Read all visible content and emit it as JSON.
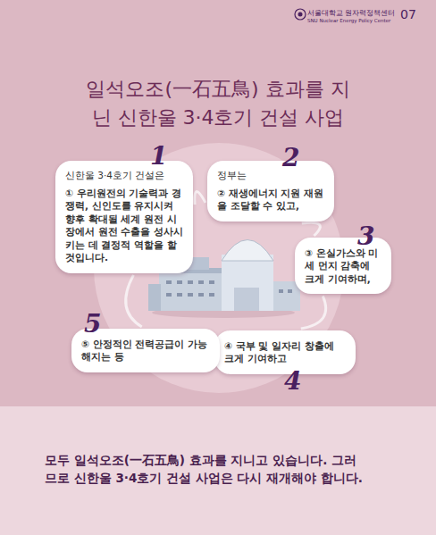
{
  "diagram": {
    "title": "일석오조(一石五鳥) 효과를 지닌 신한울 3·4호기 건설 사업",
    "caption": "모두 일석오조(一石五鳥) 효과를 지니고 있습니다. 그러므로 신한울 3·4호기 건설 사업은 다시 재개해야 합니다.",
    "nodes": [
      {
        "text": [
          "신한울 3·4호기 건설은",
          "① 우리원전의 기술력과 경쟁력, 신인도를 유지시켜 향후 확대될 세계 원전 시장에서 원전 수출을 성사시키는 데 결정적 역할을 할 것입니다."
        ]
      },
      {
        "text": [
          "정부는",
          "② 재생에너지 지원 재원을 조달할 수 있고,"
        ]
      },
      {
        "text": [
          "③ 온실가스와 미세 먼지 감축에 크게 기여하며,"
        ]
      },
      {
        "text": [
          "④ 국부 및 일자리 창출에 크게 기여하고"
        ]
      },
      {
        "text": [
          "⑤ 안정적인 전력공급이 가능해지는 등"
        ]
      }
    ],
    "edges": [
      {
        "from": 0,
        "to": 1,
        "arrow": "none"
      },
      {
        "from": 1,
        "to": 2,
        "arrow": "none"
      },
      {
        "from": 2,
        "to": 3,
        "arrow": "none"
      },
      {
        "from": 3,
        "to": 4,
        "arrow": "none"
      },
      {
        "from": 4,
        "to": 0,
        "arrow": "none"
      }
    ],
    "labels": [
      "서울대학교 원자력정책센터",
      "SNU Nuclear Energy Policy Center",
      "07",
      "1",
      "2",
      "3",
      "4",
      "5"
    ]
  }
}
